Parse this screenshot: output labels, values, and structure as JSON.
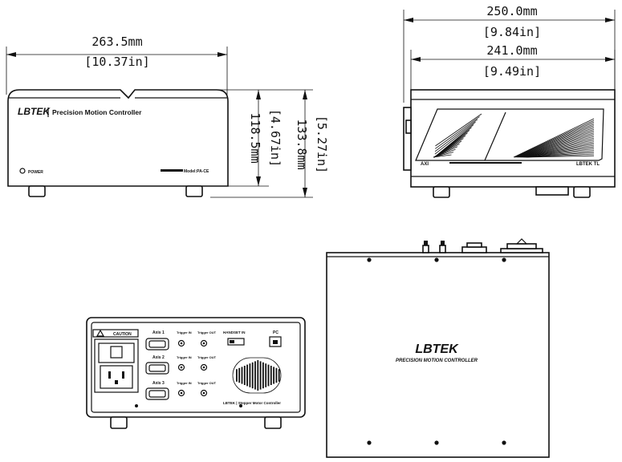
{
  "front_view": {
    "width_mm": "263.5mm",
    "width_in": "[10.37in]",
    "height_mm": "118.5mm",
    "height_in": "[4.67in]",
    "height2_mm": "133.8mm",
    "height2_in": "[5.27in]",
    "brand": "LBTEK",
    "product": "Precision Motion Controller",
    "power_label": "POWER",
    "model_label": "Model:PA-CE"
  },
  "side_view": {
    "depth_mm": "250.0mm",
    "depth_in": "[9.84in]",
    "depth2_mm": "241.0mm",
    "depth2_in": "[9.49in]",
    "left_mark": "AXI",
    "right_mark": "LBTEK TL"
  },
  "rear_view": {
    "caution": "CAUTION",
    "axis1": "Axis 1",
    "axis2": "Axis 2",
    "axis3": "Axis 3",
    "trigger_in": "Trigger IN",
    "trigger_out": "Trigger OUT",
    "handset": "HANDSET IN",
    "pc": "PC",
    "footer": "LBTEK | Stepper Motor Controller"
  },
  "top_view": {
    "brand": "LBTEK",
    "product": "PRECISION MOTION CONTROLLER"
  }
}
